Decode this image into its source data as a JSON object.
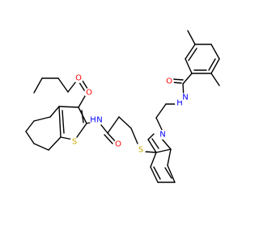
{
  "molecule": {
    "colors": {
      "bond": "#000000",
      "O": "#ff0000",
      "N": "#0000ff",
      "S": "#c8a800",
      "H": "#0000ff"
    },
    "labels": {
      "O_ester_carbonyl": "O",
      "O_ester": "O",
      "S_thiophene": "S",
      "N_amide1": "N",
      "H_amide1": "H",
      "O_amide1": "O",
      "S_thioether": "S",
      "N_indole": "N",
      "N_amide2": "N",
      "H_amide2": "H",
      "O_amide2": "O"
    }
  }
}
